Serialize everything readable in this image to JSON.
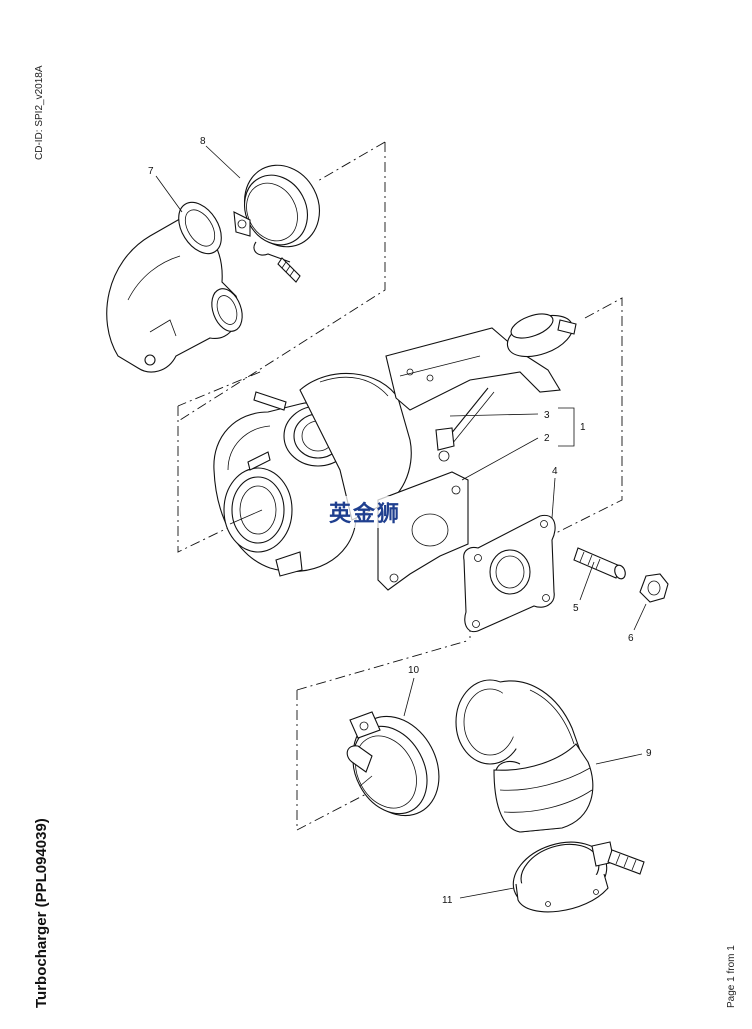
{
  "document": {
    "cd_id": "CD-ID: SPI2_v2018A",
    "title": "Turbocharger (PPL094039)",
    "page_info": "Page 1 from 1",
    "watermark": "英金狮"
  },
  "callouts": [
    "1",
    "2",
    "3",
    "4",
    "5",
    "6",
    "7",
    "8",
    "9",
    "10",
    "11"
  ]
}
